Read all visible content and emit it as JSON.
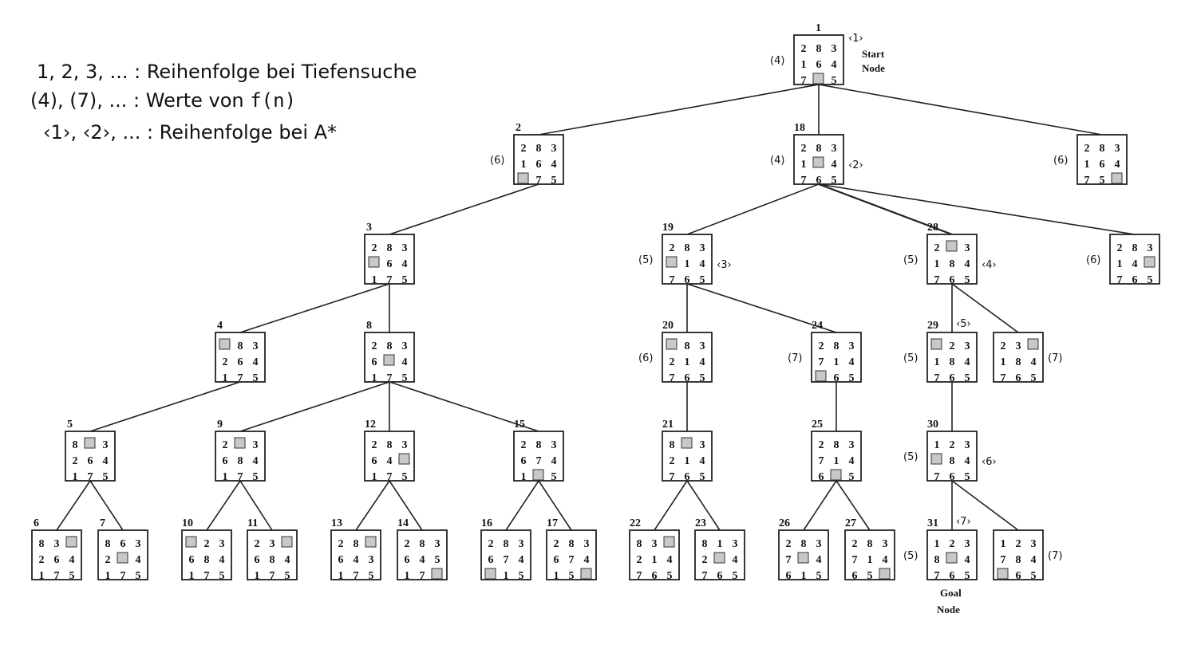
{
  "legend": {
    "line1": "1, 2, 3, ... : Reihenfolge bei Tiefensuche",
    "line2_prefix": "(4), (7), ... : Werte von ",
    "line2_code": "f(n)",
    "line3": "‹1›, ‹2›, ... : Reihenfolge bei A*"
  },
  "labels": {
    "start": [
      "Start",
      "Node"
    ],
    "goal": [
      "Goal",
      "Node"
    ]
  },
  "nodes": [
    {
      "id": "n1",
      "num": "1",
      "f": "(4)",
      "astar": "‹1›",
      "grid": [
        [
          "2",
          "8",
          "3"
        ],
        [
          "1",
          "6",
          "4"
        ],
        [
          "7",
          "",
          "5"
        ]
      ]
    },
    {
      "id": "n2",
      "num": "2",
      "f": "(6)",
      "grid": [
        [
          "2",
          "8",
          "3"
        ],
        [
          "1",
          "6",
          "4"
        ],
        [
          "",
          "7",
          "5"
        ]
      ]
    },
    {
      "id": "n18",
      "num": "18",
      "f": "(4)",
      "astar": "‹2›",
      "grid": [
        [
          "2",
          "8",
          "3"
        ],
        [
          "1",
          "",
          "4"
        ],
        [
          "7",
          "6",
          "5"
        ]
      ]
    },
    {
      "id": "nR",
      "f": "(6)",
      "grid": [
        [
          "2",
          "8",
          "3"
        ],
        [
          "1",
          "6",
          "4"
        ],
        [
          "7",
          "5",
          ""
        ]
      ]
    },
    {
      "id": "n3",
      "num": "3",
      "grid": [
        [
          "2",
          "8",
          "3"
        ],
        [
          "",
          "6",
          "4"
        ],
        [
          "1",
          "7",
          "5"
        ]
      ]
    },
    {
      "id": "n19",
      "num": "19",
      "f": "(5)",
      "astar": "‹3›",
      "grid": [
        [
          "2",
          "8",
          "3"
        ],
        [
          "",
          "1",
          "4"
        ],
        [
          "7",
          "6",
          "5"
        ]
      ]
    },
    {
      "id": "n28",
      "num": "28",
      "f": "(5)",
      "astar": "‹4›",
      "grid": [
        [
          "2",
          "",
          "3"
        ],
        [
          "1",
          "8",
          "4"
        ],
        [
          "7",
          "6",
          "5"
        ]
      ]
    },
    {
      "id": "n28b",
      "f": "(6)",
      "grid": [
        [
          "2",
          "8",
          "3"
        ],
        [
          "1",
          "4",
          ""
        ],
        [
          "7",
          "6",
          "5"
        ]
      ]
    },
    {
      "id": "n4",
      "num": "4",
      "grid": [
        [
          "",
          "8",
          "3"
        ],
        [
          "2",
          "6",
          "4"
        ],
        [
          "1",
          "7",
          "5"
        ]
      ]
    },
    {
      "id": "n8",
      "num": "8",
      "grid": [
        [
          "2",
          "8",
          "3"
        ],
        [
          "6",
          "",
          "4"
        ],
        [
          "1",
          "7",
          "5"
        ]
      ]
    },
    {
      "id": "n20",
      "num": "20",
      "f": "(6)",
      "grid": [
        [
          "",
          "8",
          "3"
        ],
        [
          "2",
          "1",
          "4"
        ],
        [
          "7",
          "6",
          "5"
        ]
      ]
    },
    {
      "id": "n24",
      "num": "24",
      "f": "(7)",
      "grid": [
        [
          "2",
          "8",
          "3"
        ],
        [
          "7",
          "1",
          "4"
        ],
        [
          "",
          "6",
          "5"
        ]
      ]
    },
    {
      "id": "n29",
      "num": "29",
      "f": "(5)",
      "astar": "‹5›",
      "grid": [
        [
          "",
          "2",
          "3"
        ],
        [
          "1",
          "8",
          "4"
        ],
        [
          "7",
          "6",
          "5"
        ]
      ]
    },
    {
      "id": "n29b",
      "f": "(7)",
      "grid": [
        [
          "2",
          "3",
          ""
        ],
        [
          "1",
          "8",
          "4"
        ],
        [
          "7",
          "6",
          "5"
        ]
      ]
    },
    {
      "id": "n5",
      "num": "5",
      "grid": [
        [
          "8",
          "",
          "3"
        ],
        [
          "2",
          "6",
          "4"
        ],
        [
          "1",
          "7",
          "5"
        ]
      ]
    },
    {
      "id": "n9",
      "num": "9",
      "grid": [
        [
          "2",
          "",
          "3"
        ],
        [
          "6",
          "8",
          "4"
        ],
        [
          "1",
          "7",
          "5"
        ]
      ]
    },
    {
      "id": "n12",
      "num": "12",
      "grid": [
        [
          "2",
          "8",
          "3"
        ],
        [
          "6",
          "4",
          ""
        ],
        [
          "1",
          "7",
          "5"
        ]
      ]
    },
    {
      "id": "n15",
      "num": "15",
      "grid": [
        [
          "2",
          "8",
          "3"
        ],
        [
          "6",
          "7",
          "4"
        ],
        [
          "1",
          "",
          "5"
        ]
      ]
    },
    {
      "id": "n21",
      "num": "21",
      "grid": [
        [
          "8",
          "",
          "3"
        ],
        [
          "2",
          "1",
          "4"
        ],
        [
          "7",
          "6",
          "5"
        ]
      ]
    },
    {
      "id": "n25",
      "num": "25",
      "grid": [
        [
          "2",
          "8",
          "3"
        ],
        [
          "7",
          "1",
          "4"
        ],
        [
          "6",
          "",
          "5"
        ]
      ]
    },
    {
      "id": "n30",
      "num": "30",
      "f": "(5)",
      "astar": "‹6›",
      "grid": [
        [
          "1",
          "2",
          "3"
        ],
        [
          "",
          "8",
          "4"
        ],
        [
          "7",
          "6",
          "5"
        ]
      ]
    },
    {
      "id": "n6",
      "num": "6",
      "grid": [
        [
          "8",
          "3",
          ""
        ],
        [
          "2",
          "6",
          "4"
        ],
        [
          "1",
          "7",
          "5"
        ]
      ]
    },
    {
      "id": "n7",
      "num": "7",
      "grid": [
        [
          "8",
          "6",
          "3"
        ],
        [
          "2",
          "",
          "4"
        ],
        [
          "1",
          "7",
          "5"
        ]
      ]
    },
    {
      "id": "n10",
      "num": "10",
      "grid": [
        [
          "",
          "2",
          "3"
        ],
        [
          "6",
          "8",
          "4"
        ],
        [
          "1",
          "7",
          "5"
        ]
      ]
    },
    {
      "id": "n11",
      "num": "11",
      "grid": [
        [
          "2",
          "3",
          ""
        ],
        [
          "6",
          "8",
          "4"
        ],
        [
          "1",
          "7",
          "5"
        ]
      ]
    },
    {
      "id": "n13",
      "num": "13",
      "grid": [
        [
          "2",
          "8",
          ""
        ],
        [
          "6",
          "4",
          "3"
        ],
        [
          "1",
          "7",
          "5"
        ]
      ]
    },
    {
      "id": "n14",
      "num": "14",
      "grid": [
        [
          "2",
          "8",
          "3"
        ],
        [
          "6",
          "4",
          "5"
        ],
        [
          "1",
          "7",
          ""
        ]
      ]
    },
    {
      "id": "n16",
      "num": "16",
      "grid": [
        [
          "2",
          "8",
          "3"
        ],
        [
          "6",
          "7",
          "4"
        ],
        [
          "",
          "1",
          "5"
        ]
      ]
    },
    {
      "id": "n17",
      "num": "17",
      "grid": [
        [
          "2",
          "8",
          "3"
        ],
        [
          "6",
          "7",
          "4"
        ],
        [
          "1",
          "5",
          ""
        ]
      ]
    },
    {
      "id": "n22",
      "num": "22",
      "grid": [
        [
          "8",
          "3",
          ""
        ],
        [
          "2",
          "1",
          "4"
        ],
        [
          "7",
          "6",
          "5"
        ]
      ]
    },
    {
      "id": "n23",
      "num": "23",
      "grid": [
        [
          "8",
          "1",
          "3"
        ],
        [
          "2",
          "",
          "4"
        ],
        [
          "7",
          "6",
          "5"
        ]
      ]
    },
    {
      "id": "n26",
      "num": "26",
      "grid": [
        [
          "2",
          "8",
          "3"
        ],
        [
          "7",
          "",
          "4"
        ],
        [
          "6",
          "1",
          "5"
        ]
      ]
    },
    {
      "id": "n27",
      "num": "27",
      "grid": [
        [
          "2",
          "8",
          "3"
        ],
        [
          "7",
          "1",
          "4"
        ],
        [
          "6",
          "5",
          ""
        ]
      ]
    },
    {
      "id": "n31",
      "num": "31",
      "f": "(5)",
      "astar": "‹7›",
      "grid": [
        [
          "1",
          "2",
          "3"
        ],
        [
          "8",
          "",
          "4"
        ],
        [
          "7",
          "6",
          "5"
        ]
      ]
    },
    {
      "id": "n31b",
      "f": "(7)",
      "grid": [
        [
          "1",
          "2",
          "3"
        ],
        [
          "7",
          "8",
          "4"
        ],
        [
          "",
          "6",
          "5"
        ]
      ]
    }
  ],
  "edges": [
    [
      "n1",
      "n2"
    ],
    [
      "n1",
      "n18"
    ],
    [
      "n1",
      "nR"
    ],
    [
      "n2",
      "n3"
    ],
    [
      "n18",
      "n19"
    ],
    [
      "n18",
      "n28"
    ],
    [
      "n18",
      "n28b"
    ],
    [
      "n3",
      "n4"
    ],
    [
      "n3",
      "n8"
    ],
    [
      "n19",
      "n20"
    ],
    [
      "n19",
      "n24"
    ],
    [
      "n28",
      "n29"
    ],
    [
      "n28",
      "n29b"
    ],
    [
      "n4",
      "n5"
    ],
    [
      "n8",
      "n9"
    ],
    [
      "n8",
      "n12"
    ],
    [
      "n8",
      "n15"
    ],
    [
      "n20",
      "n21"
    ],
    [
      "n24",
      "n25"
    ],
    [
      "n29",
      "n30"
    ],
    [
      "n5",
      "n6"
    ],
    [
      "n5",
      "n7"
    ],
    [
      "n9",
      "n10"
    ],
    [
      "n9",
      "n11"
    ],
    [
      "n12",
      "n13"
    ],
    [
      "n12",
      "n14"
    ],
    [
      "n15",
      "n16"
    ],
    [
      "n15",
      "n17"
    ],
    [
      "n21",
      "n22"
    ],
    [
      "n21",
      "n23"
    ],
    [
      "n25",
      "n26"
    ],
    [
      "n25",
      "n27"
    ],
    [
      "n30",
      "n31"
    ],
    [
      "n30",
      "n31b"
    ]
  ]
}
